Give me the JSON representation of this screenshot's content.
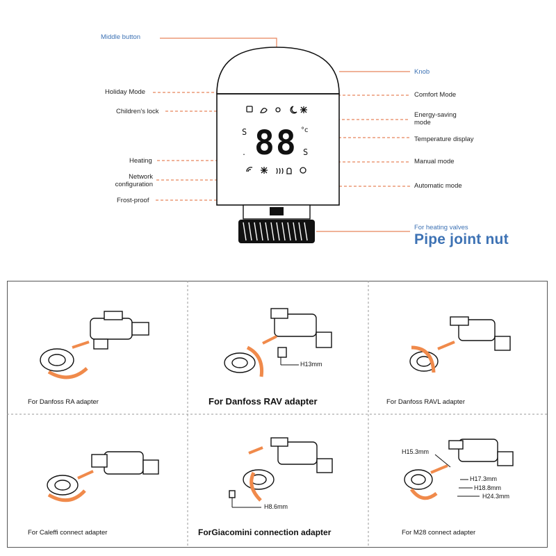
{
  "diagram": {
    "labels_left": {
      "middle_button": "Middle button",
      "holiday_mode": "Holiday Mode",
      "childrens_lock": "Children's lock",
      "heating": "Heating",
      "network_configuration_1": "Network",
      "network_configuration_2": "configuration",
      "frost_proof": "Frost-proof"
    },
    "labels_right": {
      "knob": "Knob",
      "comfort_mode": "Comfort Mode",
      "energy_saving_1": "Energy-saving",
      "energy_saving_2": "mode",
      "temperature_display": "Temperature display",
      "manual_mode": "Manual mode",
      "automatic_mode": "Automatic mode",
      "pipe_sub": "For heating valves",
      "pipe_title": "Pipe joint nut"
    },
    "display": {
      "digits": "88",
      "unit_c": "°c",
      "s_left": "S",
      "s_right": "S"
    },
    "colors": {
      "leader_line": "#e8835a",
      "accent_blue": "#3d72b4",
      "arrow_orange": "#f08a4b"
    }
  },
  "adapters": {
    "items": [
      {
        "caption": "For Danfoss RA adapter"
      },
      {
        "caption": "For Danfoss RAV adapter",
        "measure": "H13mm"
      },
      {
        "caption": "For Danfoss RAVL adapter"
      },
      {
        "caption": "For Caleffi connect adapter"
      },
      {
        "caption": "ForGiacomini connection adapter",
        "measure": "H8.6mm"
      },
      {
        "caption": "For M28 connect adapter",
        "measures": [
          "H15.3mm",
          "H17.3mm",
          "H18.8mm",
          "H24.3mm"
        ]
      }
    ]
  }
}
